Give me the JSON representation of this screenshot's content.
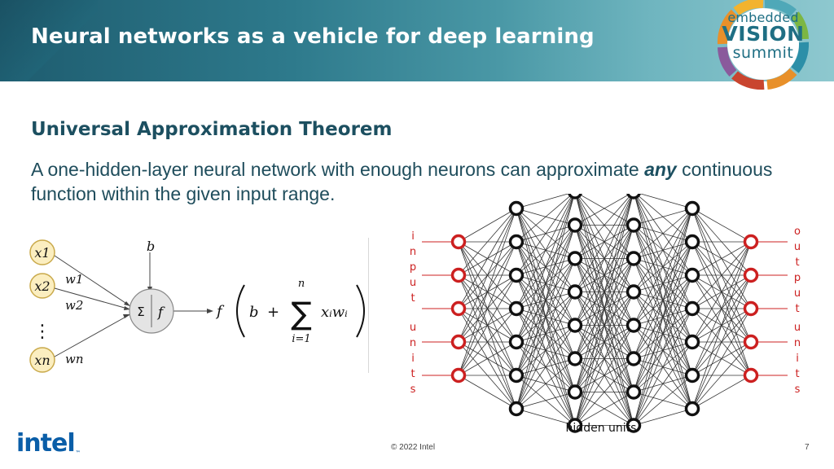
{
  "header": {
    "title": "Neural networks as a vehicle for deep learning",
    "background_color": "#2e7a8c"
  },
  "logo": {
    "line1": "embedded",
    "line2": "VISION",
    "line3": "summit",
    "color": "#1f6f84"
  },
  "content": {
    "subtitle": "Universal Approximation Theorem",
    "body_before": "A one-hidden-layer neural network with enough neurons can approximate ",
    "body_emphasis": "any",
    "body_after": " continuous function within the given input range."
  },
  "neuron_diagram": {
    "inputs": [
      "x1",
      "x2",
      "xn"
    ],
    "weights": [
      "w1",
      "w2",
      "wn"
    ],
    "bias": "b",
    "ellipsis": "⋮",
    "sum_symbol": "Σ",
    "activation": "f",
    "output_f": "f",
    "formula_b": "b",
    "formula_plus": "+",
    "formula_sum": "∑",
    "formula_upper": "n",
    "formula_lower": "i=1",
    "formula_term": "xᵢwᵢ"
  },
  "network_diagram": {
    "input_label_1": "input",
    "input_label_2": "units",
    "output_label_1": "output",
    "output_label_2": "units",
    "hidden_label": "hidden units",
    "layer_sizes": [
      5,
      7,
      8,
      8,
      7,
      5
    ],
    "io_color": "#cc2020",
    "hidden_color": "#111111"
  },
  "footer": {
    "brand": "intel",
    "copyright": "© 2022 Intel",
    "page_number": "7",
    "brand_color": "#0a5ea8"
  }
}
